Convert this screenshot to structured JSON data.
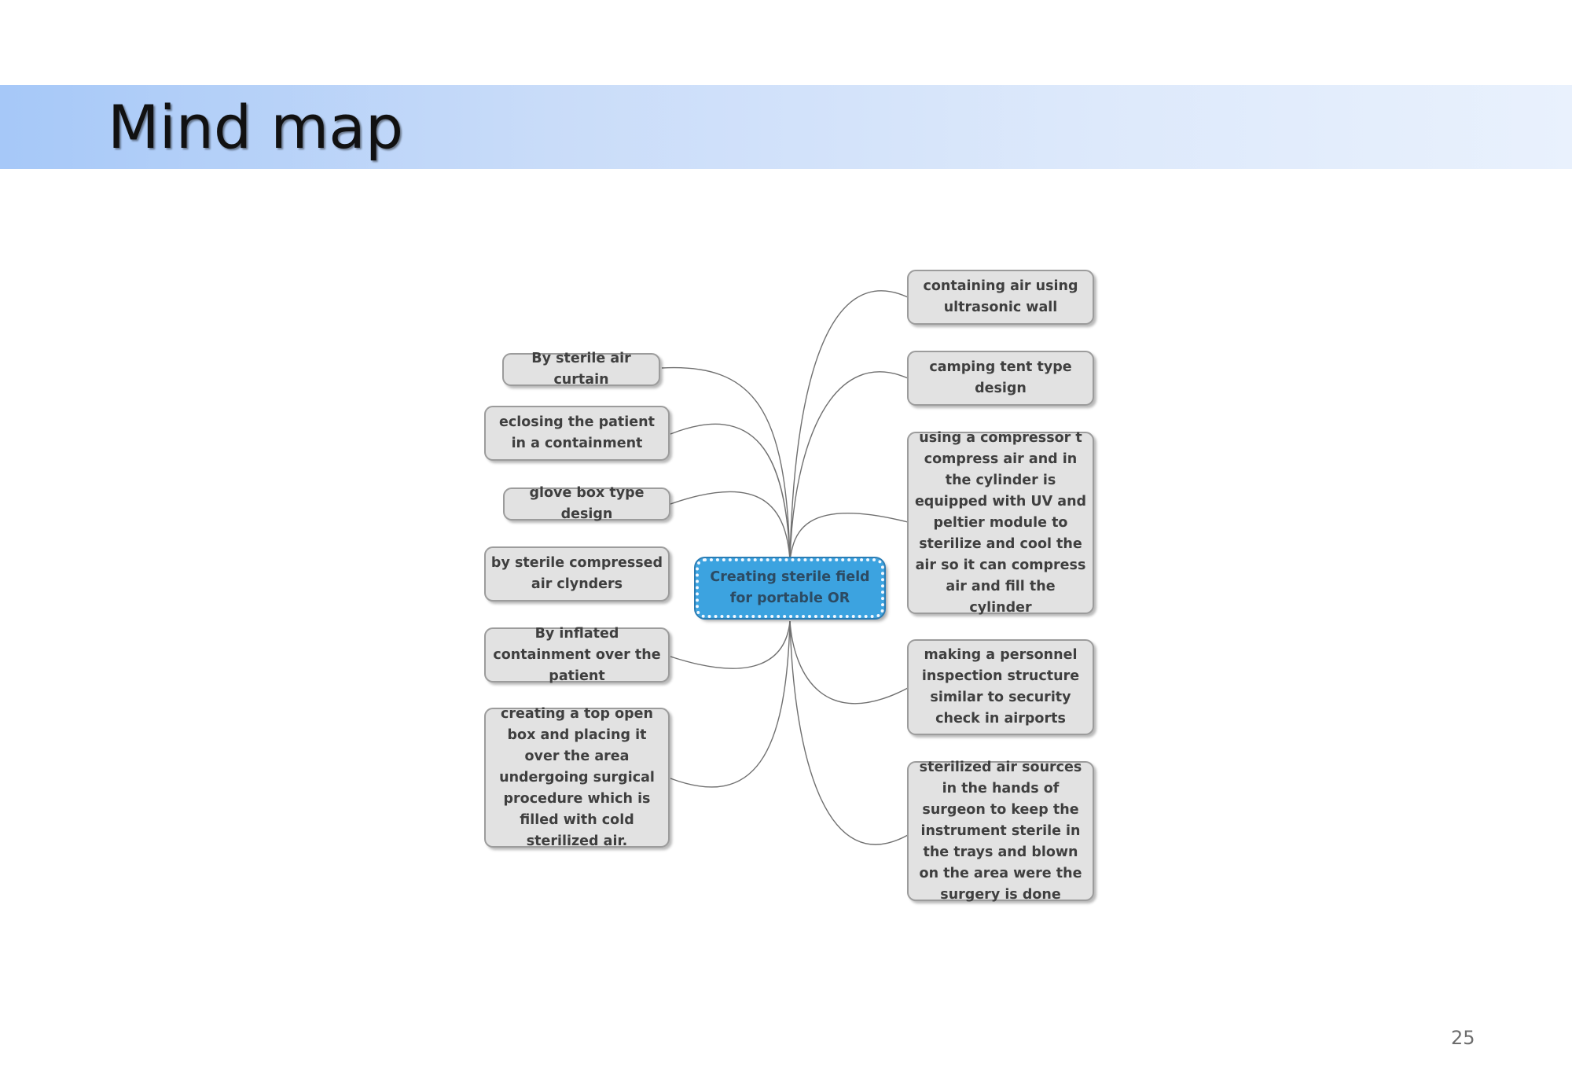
{
  "slide": {
    "title": "Mind map",
    "page_number": "25"
  },
  "colors": {
    "title_band_start": "#a6c8f8",
    "title_band_end": "#e9f1fd",
    "center_fill": "#3ca3e0",
    "node_fill": "#e2e2e2",
    "node_border": "#9c9c9c",
    "link_stroke": "#707070"
  },
  "mindmap": {
    "center": "Creating sterile field for portable OR",
    "left_branches": [
      "By sterile air curtain",
      "eclosing the patient in a containment",
      "glove box type design",
      "by sterile compressed air clynders",
      "By inflated containment over the patient",
      "creating a top open box and placing it over the area undergoing surgical procedure which is filled with cold sterilized air."
    ],
    "right_branches": [
      "containing air using ultrasonic wall",
      "camping tent type design",
      "using a compressor t compress air and in the cylinder is equipped with UV and peltier module to sterilize and cool the air so it can compress air and fill the cylinder",
      "making a personnel inspection structure similar to security check in airports",
      "sterilized air sources in the hands of surgeon to keep the instrument sterile in the trays and blown on the area were the surgery is done"
    ]
  }
}
